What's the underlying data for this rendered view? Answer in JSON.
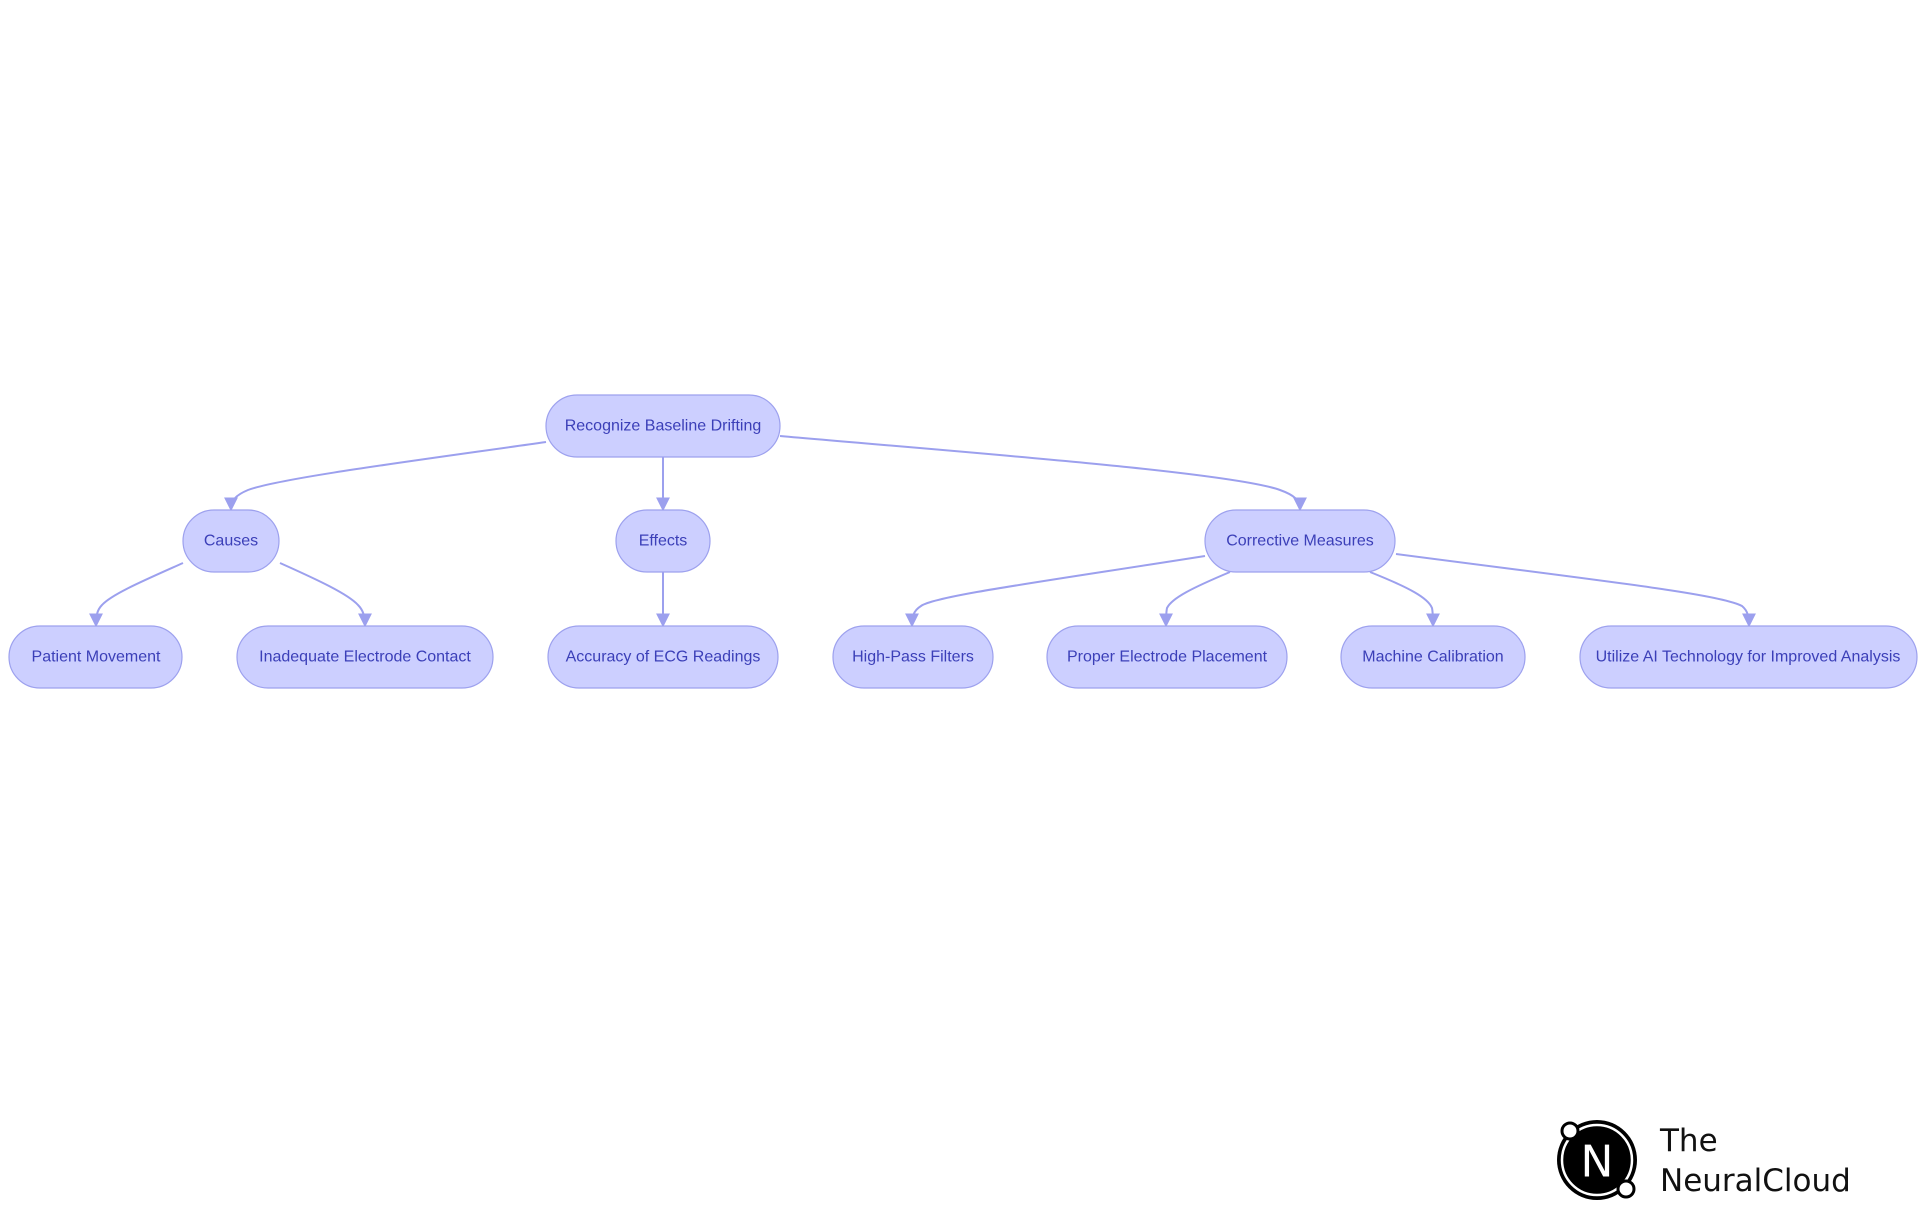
{
  "diagram": {
    "nodes": {
      "root": "Recognize Baseline Drifting",
      "causes": "Causes",
      "effects": "Effects",
      "corrective": "Corrective Measures",
      "patient_movement": "Patient Movement",
      "inadequate_contact": "Inadequate Electrode Contact",
      "accuracy": "Accuracy of ECG Readings",
      "high_pass": "High-Pass Filters",
      "placement": "Proper Electrode Placement",
      "calibration": "Machine Calibration",
      "ai_tech": "Utilize AI Technology for Improved Analysis"
    },
    "edges": [
      [
        "root",
        "causes"
      ],
      [
        "root",
        "effects"
      ],
      [
        "root",
        "corrective"
      ],
      [
        "causes",
        "patient_movement"
      ],
      [
        "causes",
        "inadequate_contact"
      ],
      [
        "effects",
        "accuracy"
      ],
      [
        "corrective",
        "high_pass"
      ],
      [
        "corrective",
        "placement"
      ],
      [
        "corrective",
        "calibration"
      ],
      [
        "corrective",
        "ai_tech"
      ]
    ]
  },
  "logo": {
    "line1": "The",
    "line2": "NeuralCloud",
    "mark_letter": "N",
    "icon": "neuralcloud-logo-icon"
  },
  "colors": {
    "node_fill": "#cccfff",
    "node_stroke": "#9da1ee",
    "edge": "#9ca0ee",
    "text": "#3b3fb8"
  }
}
